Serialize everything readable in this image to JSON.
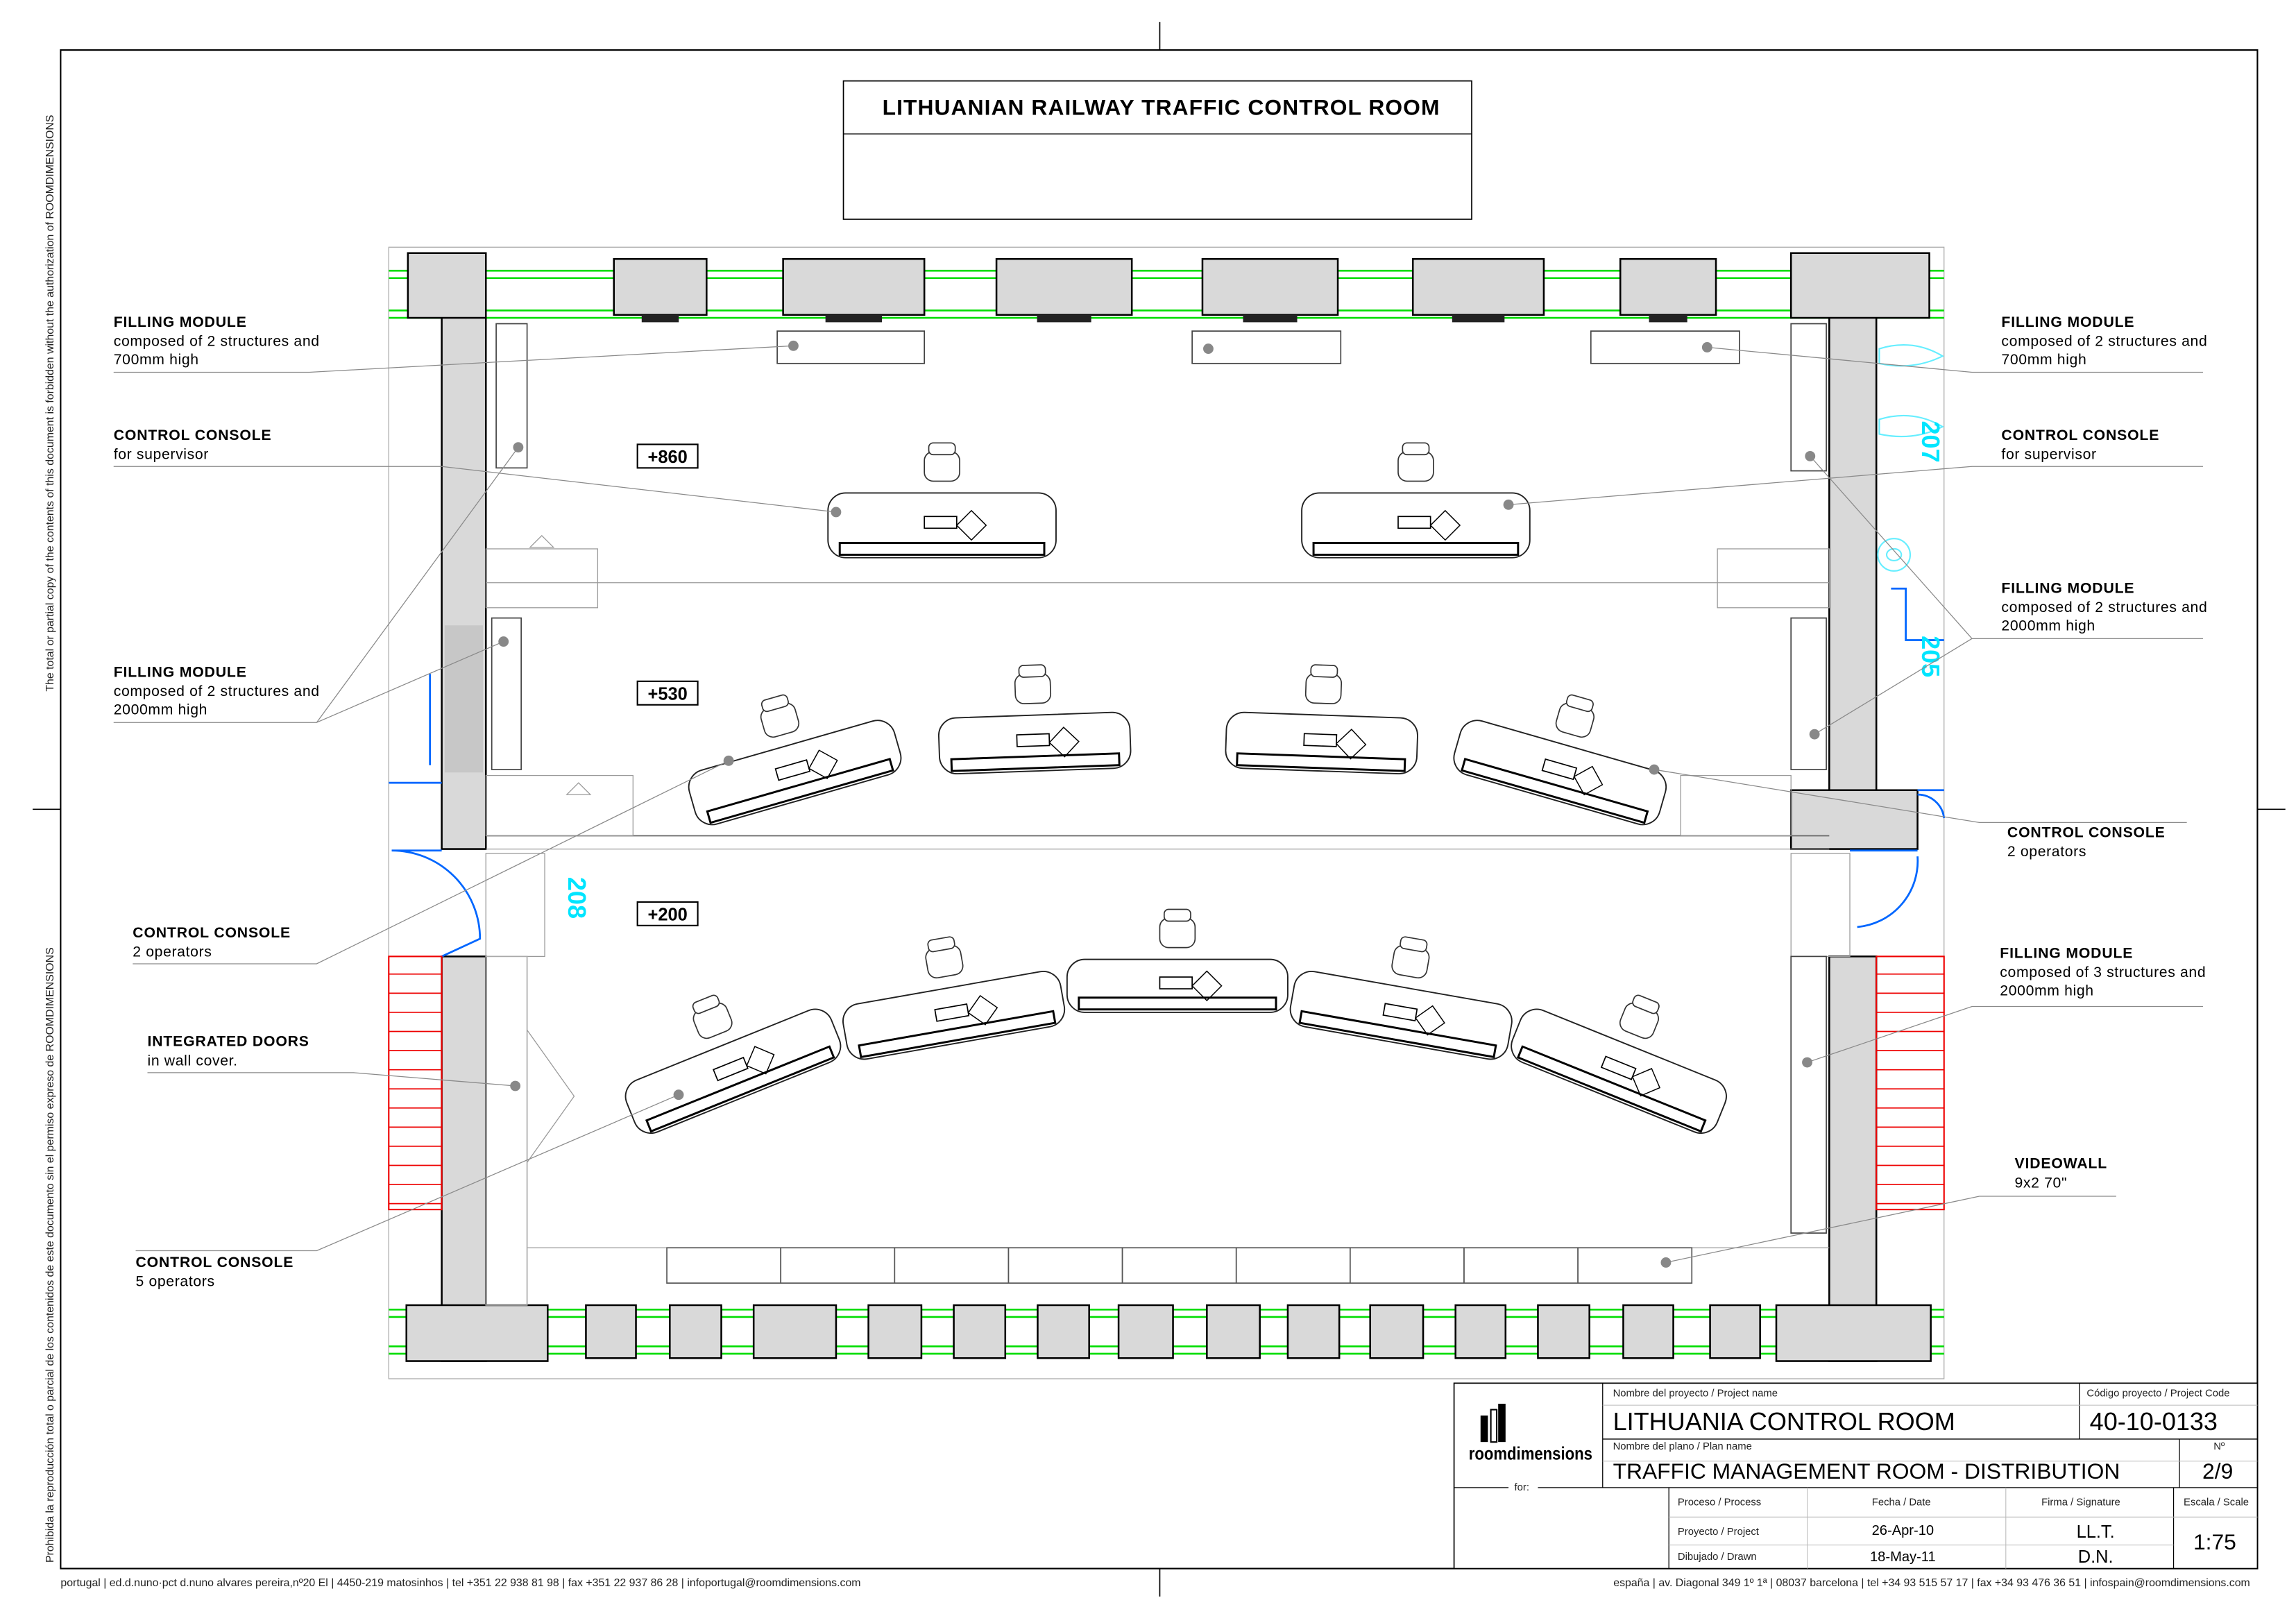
{
  "drawing_title": "LITHUANIAN RAILWAY TRAFFIC CONTROL ROOM",
  "side_notes": {
    "english": "The total or partial copy of the contents of this document is forbidden without the authorization of ROOMDIMENSIONS",
    "spanish": "Prohibida la reproducción total o parcial de los contenidos de este documento sin el permiso expreso de ROOMDIMENSIONS"
  },
  "levels": [
    "+860",
    "+530",
    "+200"
  ],
  "room_numbers": [
    "208",
    "207",
    "205"
  ],
  "labels": {
    "left": [
      {
        "title": "FILLING MODULE",
        "lines": [
          "composed of 2 structures and",
          "700mm high"
        ]
      },
      {
        "title": "CONTROL CONSOLE",
        "lines": [
          "for supervisor"
        ]
      },
      {
        "title": "FILLING MODULE",
        "lines": [
          "composed of 2 structures and",
          "2000mm high"
        ]
      },
      {
        "title": "CONTROL CONSOLE",
        "lines": [
          "2 operators"
        ]
      },
      {
        "title": "INTEGRATED DOORS",
        "lines": [
          "in wall cover."
        ]
      },
      {
        "title": "CONTROL CONSOLE",
        "lines": [
          "5 operators"
        ]
      }
    ],
    "right": [
      {
        "title": "FILLING MODULE",
        "lines": [
          "composed of 2 structures and",
          "700mm high"
        ]
      },
      {
        "title": "CONTROL CONSOLE",
        "lines": [
          "for supervisor"
        ]
      },
      {
        "title": "FILLING MODULE",
        "lines": [
          "composed of 2 structures and",
          "2000mm high"
        ]
      },
      {
        "title": "CONTROL CONSOLE",
        "lines": [
          "2 operators"
        ]
      },
      {
        "title": "FILLING MODULE",
        "lines": [
          "composed of 3 structures and",
          "2000mm high"
        ]
      },
      {
        "title": "VIDEOWALL",
        "lines": [
          "9x2 70\""
        ]
      }
    ]
  },
  "title_block": {
    "logo_text": "roomdimensions",
    "logo_mark": "rdi",
    "for_label": "for:",
    "project_name_label": "Nombre del proyecto / Project name",
    "project_name": "LITHUANIA CONTROL ROOM",
    "project_code_label": "Código proyecto / Project Code",
    "project_code": "40-10-0133",
    "plan_name_label": "Nombre del plano / Plan name",
    "plan_name": "TRAFFIC MANAGEMENT ROOM - DISTRIBUTION",
    "number_label": "Nº",
    "number": "2/9",
    "headers": {
      "process": "Proceso / Process",
      "date": "Fecha / Date",
      "signature": "Firma / Signature",
      "scale": "Escala / Scale"
    },
    "rows": [
      {
        "process": "Proyecto / Project",
        "date": "26-Apr-10",
        "signature": "LL.T."
      },
      {
        "process": "Dibujado / Drawn",
        "date": "18-May-11",
        "signature": "D.N."
      }
    ],
    "scale": "1:75"
  },
  "footer": {
    "portugal": [
      "portugal",
      "ed.d.nuno·pct d.nuno alvares pereira,nº20 El",
      "4450-219 matosinhos",
      "tel +351 22 938 81 98",
      "fax +351 22 937 86 28",
      "infoportugal@roomdimensions.com"
    ],
    "spain": [
      "españa",
      "av. Diagonal 349 1º 1ª",
      "08037 barcelona",
      "tel +34 93 515 57 17",
      "fax +34 93 476 36 51",
      "infospain@roomdimensions.com"
    ]
  },
  "colors": {
    "window": "#00dd00",
    "door": "#0066ff",
    "stairs": "#ee0000",
    "room_number": "#00e5ff",
    "wall": "#d9d9d9"
  }
}
